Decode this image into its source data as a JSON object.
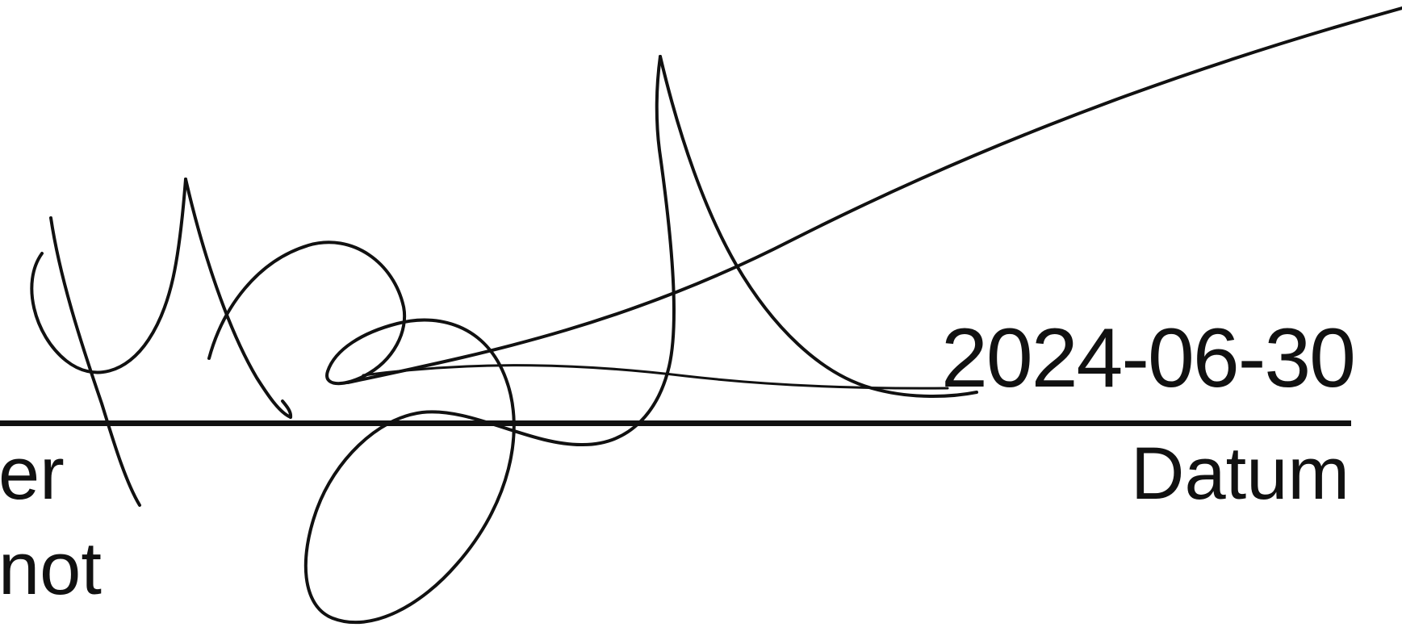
{
  "document": {
    "signature_line": {
      "date_value": "2024-06-30",
      "date_label": "Datum",
      "left_fragment_1": "er",
      "left_fragment_2": "not"
    },
    "signature_mark": "handwritten signature"
  },
  "colors": {
    "ink": "#111111",
    "background": "#ffffff"
  }
}
